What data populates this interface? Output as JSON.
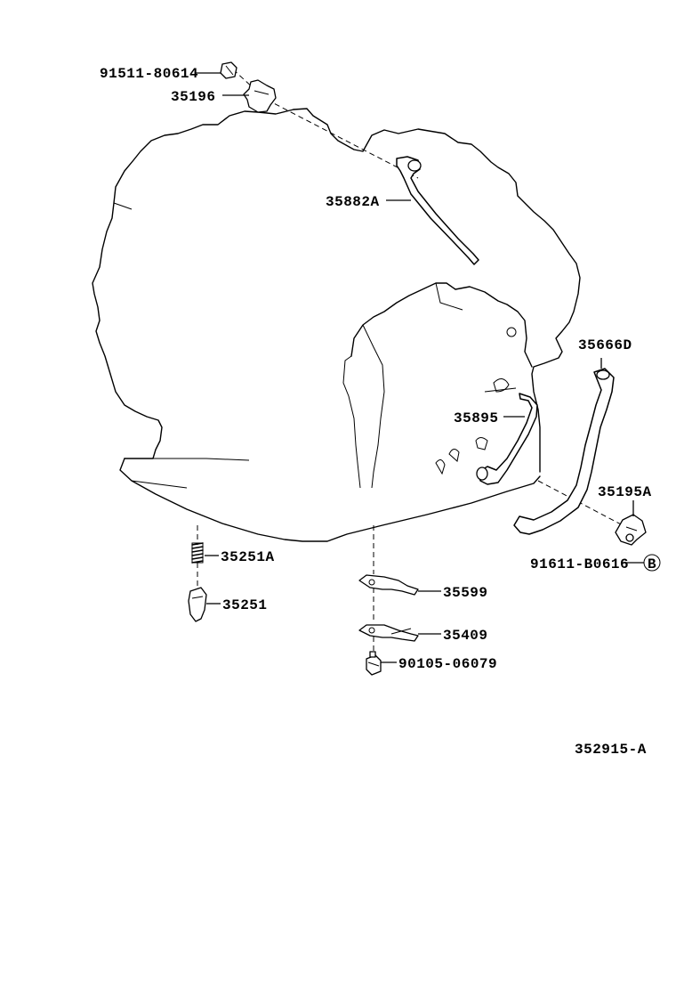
{
  "diagram": {
    "labels": {
      "bolt_top": "91511-80614",
      "clamp_top": "35196",
      "tube_upper": "35882A",
      "hose_right": "35666D",
      "tube_lower": "35895",
      "clamp_right": "35195A",
      "bolt_right": "91611-B0616",
      "bolt_right_ref": "B",
      "spring": "35251A",
      "detent": "35251",
      "plate_upper": "35599",
      "plate_lower": "35409",
      "bolt_bottom": "90105-06079",
      "figure_code": "352915-A"
    }
  }
}
